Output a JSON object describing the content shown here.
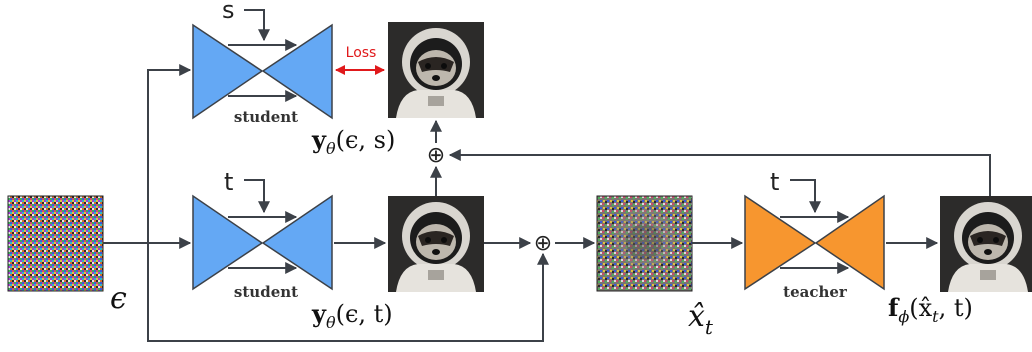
{
  "diagram": {
    "inputs": {
      "s": "s",
      "t_student": "t",
      "t_teacher": "t"
    },
    "loss": {
      "label": "Loss",
      "color": "#e0191b"
    },
    "colors": {
      "student": "#64a8f4",
      "teacher": "#f7962f",
      "line": "#3c4148"
    },
    "nodes": {
      "student_top": "student",
      "student_bottom": "student",
      "teacher": "teacher"
    },
    "symbols": {
      "noise": "ϵ",
      "sum": "⊕"
    },
    "math": {
      "y_s": {
        "main": "y",
        "sub": "θ",
        "args": "(ϵ, s)"
      },
      "y_t": {
        "main": "y",
        "sub": "θ",
        "args": "(ϵ, t)"
      },
      "xhat": {
        "main": "x̂",
        "sub": "t"
      },
      "f": {
        "main": "f",
        "sub": "ϕ",
        "args": "(x̂",
        "args_sub": "t",
        "args_end": ", t)"
      }
    },
    "images": {
      "noise": "noise-image",
      "astronaut_top": "raccoon-astronaut-image",
      "astronaut_mid": "raccoon-astronaut-image",
      "noisy_latent": "noisy-raccoon-image",
      "astronaut_teacher": "raccoon-astronaut-image"
    }
  }
}
